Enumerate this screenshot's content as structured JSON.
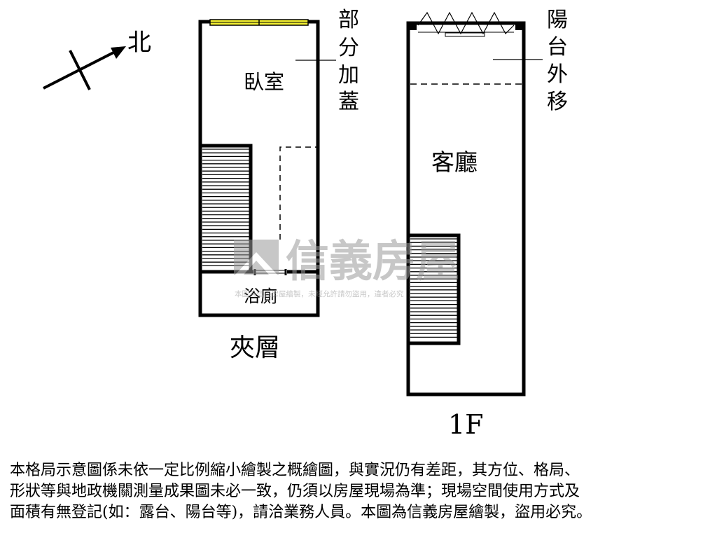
{
  "compass": {
    "label": "北"
  },
  "mezzanine": {
    "floor_label": "夾層",
    "bedroom_label": "臥室",
    "bathroom_label": "浴廁",
    "note_lines": [
      "部",
      "分",
      "加",
      "蓋"
    ]
  },
  "first_floor": {
    "floor_label": "1F",
    "living_room_label": "客廳",
    "note_lines": [
      "陽",
      "台",
      "外",
      "移"
    ]
  },
  "watermark": {
    "brand": "信義房屋",
    "notice": "本圖為信義房屋繪製，未經允許請勿盜用，違者必究"
  },
  "disclaimer": {
    "lines": [
      "本格局示意圖係未依一定比例縮小繪製之概繪圖，與實況仍有差距，其方位、格局、",
      "形狀等與地政機關測量成果圖未必一致，仍須以房屋現場為準；現場空間使用方式及",
      "面積有無登記(如：露台、陽台等)，請洽業務人員。本圖為信義房屋繪製，盜用必究。"
    ]
  },
  "colors": {
    "wall": "#000000",
    "window_fill": "#f2ef32",
    "watermark": "#9a9a9a"
  }
}
